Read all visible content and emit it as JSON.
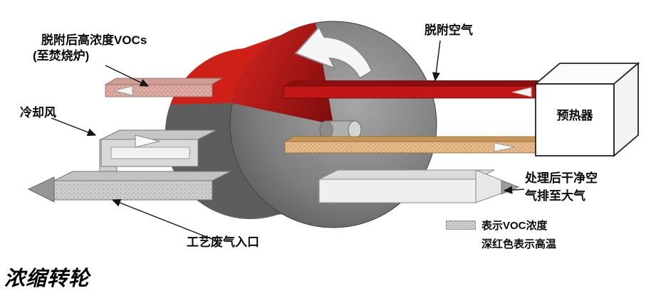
{
  "title": "浓缩转轮",
  "labels": {
    "desorbed_vocs": {
      "line1": "脱附后高浓度VOCs",
      "line2": "(至焚烧炉)"
    },
    "cooling_air": "冷却风",
    "desorption_air": "脱附空气",
    "preheater": "预热器",
    "clean_air": {
      "line1": "处理后干净空",
      "line2": "气排至大气"
    },
    "process_gas_inlet": "工艺废气入口"
  },
  "legend": {
    "voc_swatch_label": "表示VOC浓度",
    "high_temp_label": "深红色表示高温"
  },
  "colors": {
    "high_temp_red": "#c01616",
    "dark_red": "#8c0f0f",
    "rim_red": "#cf2018",
    "wheel_gray": "#6a6a6a",
    "duct_speckle_gray": "#cccccc",
    "voc_speckle_orange": "#e4b887",
    "clean_air_white": "#efefef"
  }
}
